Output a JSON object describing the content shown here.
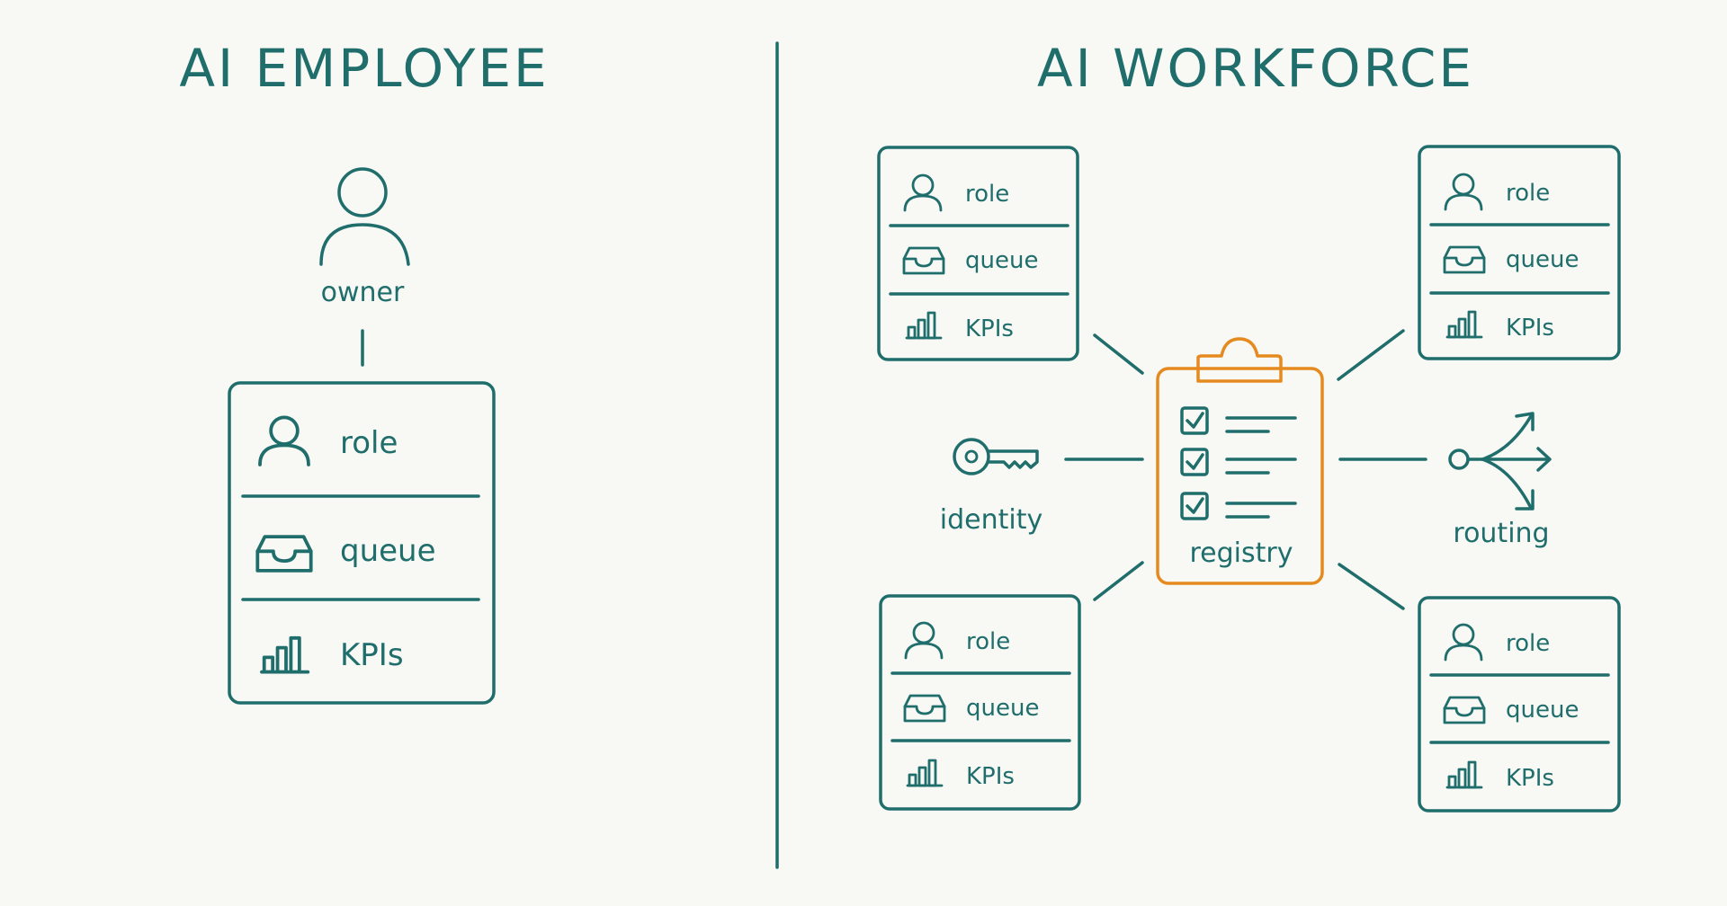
{
  "left": {
    "title": "AI EMPLOYEE",
    "owner_label": "owner",
    "card": {
      "role": "role",
      "queue": "queue",
      "kpis": "KPIs"
    }
  },
  "right": {
    "title": "AI WORKFORCE",
    "cards": [
      {
        "role": "role",
        "queue": "queue",
        "kpis": "KPIs"
      },
      {
        "role": "role",
        "queue": "queue",
        "kpis": "KPIs"
      },
      {
        "role": "role",
        "queue": "queue",
        "kpis": "KPIs"
      },
      {
        "role": "role",
        "queue": "queue",
        "kpis": "KPIs"
      }
    ],
    "identity_label": "identity",
    "registry_label": "registry",
    "routing_label": "routing"
  },
  "colors": {
    "teal": "#1f6e6c",
    "orange": "#e58a1f",
    "background": "#f8f8f4"
  }
}
